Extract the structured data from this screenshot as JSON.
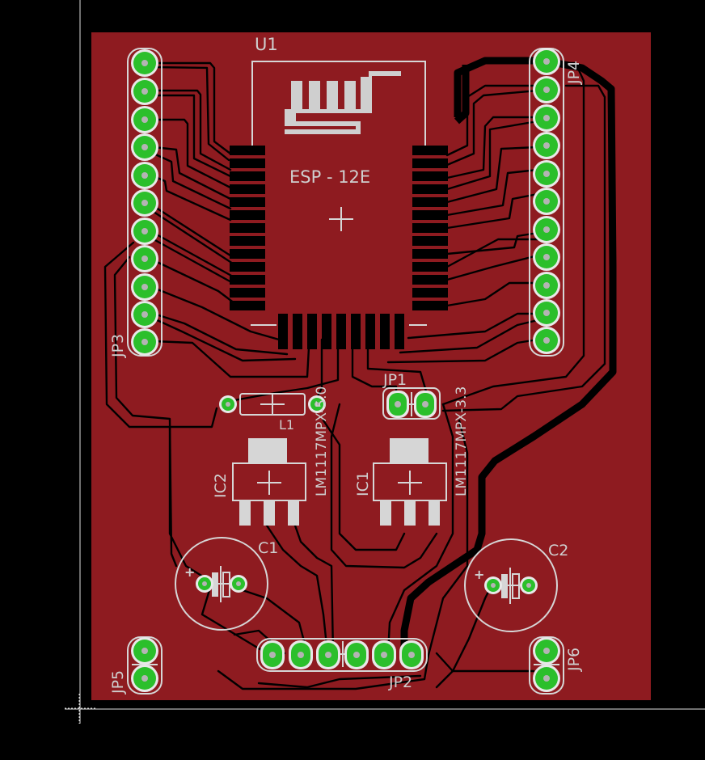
{
  "board": {
    "colors": {
      "background": "#000000",
      "copper": "#8e1b20",
      "silkscreen": "#d6d6d6",
      "pad": "#2bbf2b",
      "trace": "#000000"
    }
  },
  "components": {
    "u1": {
      "ref": "U1",
      "value": "ESP - 12E"
    },
    "jp1": {
      "ref": "JP1"
    },
    "jp2": {
      "ref": "JP2"
    },
    "jp3": {
      "ref": "JP3"
    },
    "jp4": {
      "ref": "JP4"
    },
    "jp5": {
      "ref": "JP5"
    },
    "jp6": {
      "ref": "JP6"
    },
    "l1": {
      "ref": "L1"
    },
    "ic1": {
      "ref": "IC1",
      "value": "LM1117MPX-3.3"
    },
    "ic2": {
      "ref": "IC2",
      "value": "LM1117MPX-5.0"
    },
    "c1": {
      "ref": "C1",
      "polarity": "+"
    },
    "c2": {
      "ref": "C2",
      "polarity": "+"
    }
  }
}
